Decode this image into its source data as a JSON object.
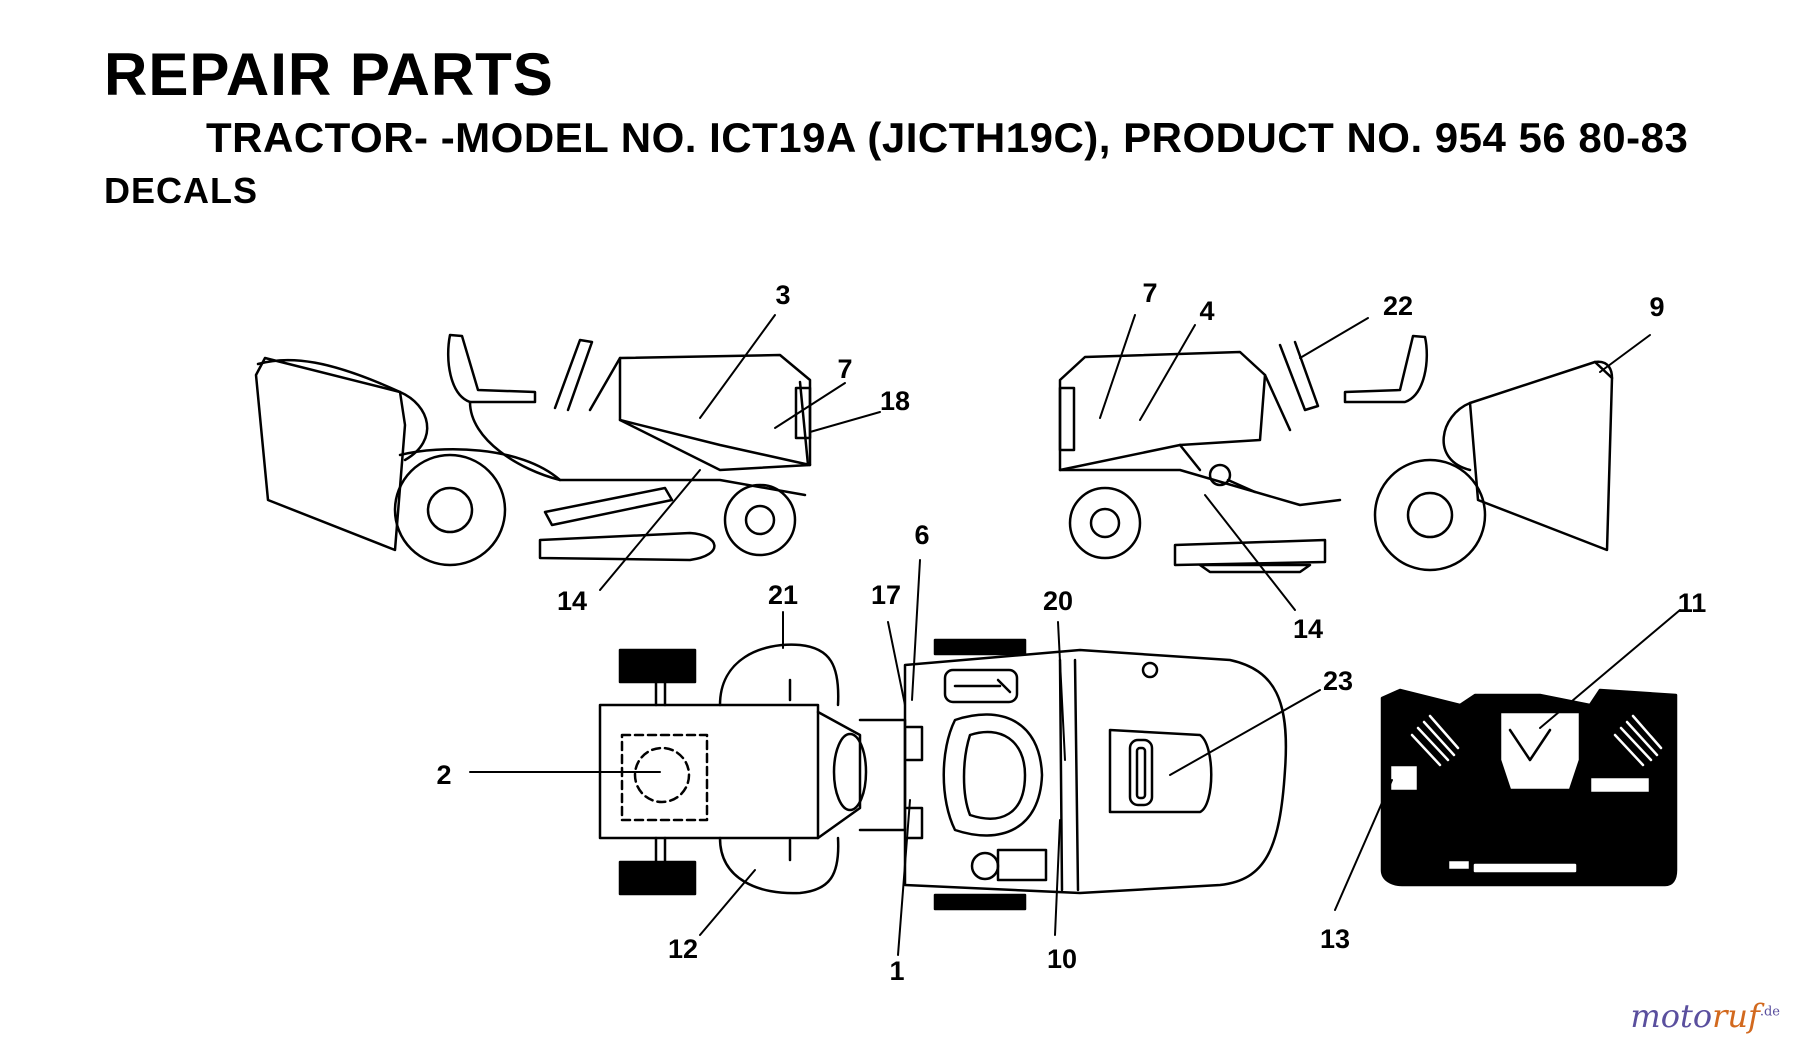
{
  "header": {
    "title": "REPAIR PARTS",
    "subtitle": "TRACTOR- -MODEL NO. ICT19A (JICTH19C), PRODUCT NO. 954 56 80-83",
    "section": "DECALS"
  },
  "callouts": [
    "3",
    "7",
    "18",
    "14",
    "7",
    "4",
    "22",
    "9",
    "14",
    "6",
    "21",
    "17",
    "20",
    "11",
    "23",
    "2",
    "12",
    "1",
    "10",
    "13"
  ],
  "watermark": {
    "part1": "moto",
    "part2": "ruf",
    "suffix": ".de"
  },
  "colors": {
    "ink": "#000000",
    "paper": "#ffffff",
    "watermark_purple": "#5a4f9e",
    "watermark_orange": "#d2691e"
  }
}
